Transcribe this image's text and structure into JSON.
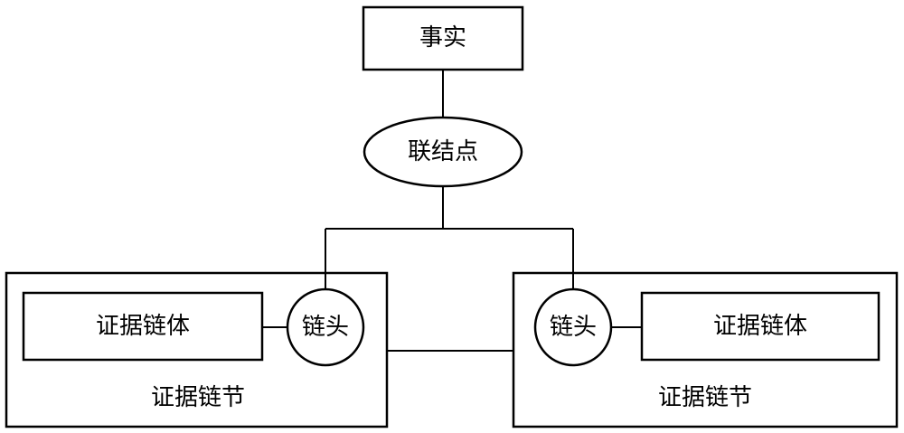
{
  "fact": {
    "label": "事实"
  },
  "junction": {
    "label": "联结点"
  },
  "left_section": {
    "body_label": "证据链体",
    "head_label": "链头",
    "section_label": "证据链节"
  },
  "right_section": {
    "head_label": "链头",
    "body_label": "证据链体",
    "section_label": "证据链节"
  }
}
